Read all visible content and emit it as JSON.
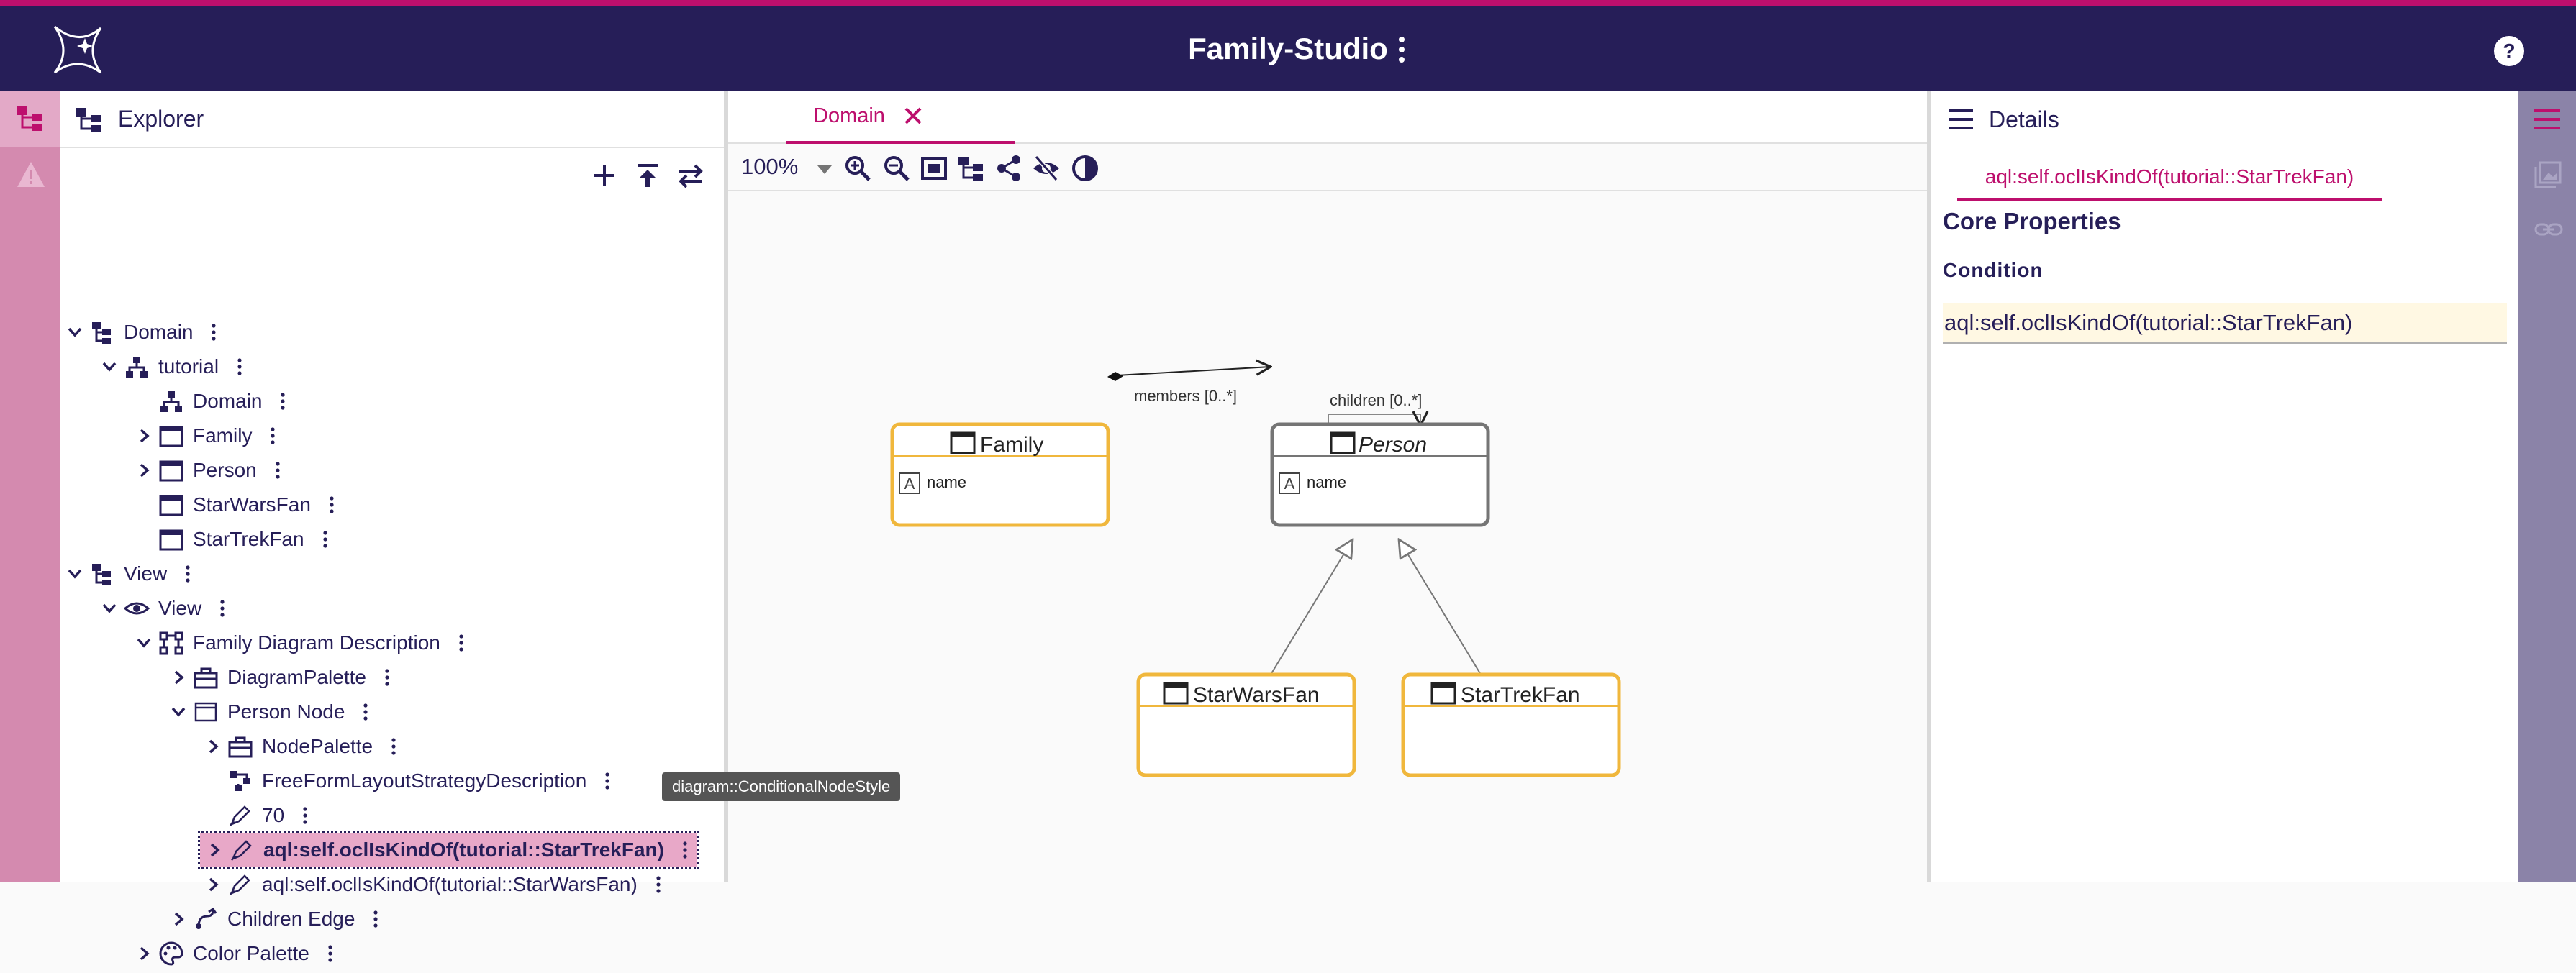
{
  "app": {
    "title": "Family-Studio"
  },
  "explorer": {
    "title": "Explorer",
    "toolbar": {
      "add": "plus-icon",
      "upload": "upload-icon",
      "sync": "swap-icon"
    },
    "tree": [
      {
        "label": "Domain",
        "icon": "domain-tree-icon",
        "expanded": true
      },
      {
        "label": "tutorial",
        "icon": "domain-model-icon",
        "expanded": true
      },
      {
        "label": "Domain",
        "icon": "domain-model-icon"
      },
      {
        "label": "Family",
        "icon": "entity-icon",
        "expanded": false
      },
      {
        "label": "Person",
        "icon": "entity-icon",
        "expanded": false
      },
      {
        "label": "StarWarsFan",
        "icon": "entity-icon"
      },
      {
        "label": "StarTrekFan",
        "icon": "entity-icon"
      },
      {
        "label": "View",
        "icon": "domain-tree-icon",
        "expanded": true
      },
      {
        "label": "View",
        "icon": "eye-icon",
        "expanded": true
      },
      {
        "label": "Family Diagram Description",
        "icon": "diagram-icon",
        "expanded": true
      },
      {
        "label": "DiagramPalette",
        "icon": "toolbox-icon",
        "expanded": false
      },
      {
        "label": "Person Node",
        "icon": "node-icon",
        "expanded": true
      },
      {
        "label": "NodePalette",
        "icon": "toolbox-icon",
        "expanded": false
      },
      {
        "label": "FreeFormLayoutStrategyDescription",
        "icon": "layout-icon"
      },
      {
        "label": "70",
        "icon": "style-icon"
      },
      {
        "label": "aql:self.oclIsKindOf(tutorial::StarTrekFan)",
        "icon": "style-icon",
        "expanded": false,
        "selected": true
      },
      {
        "label": "aql:self.oclIsKindOf(tutorial::StarWarsFan)",
        "icon": "style-icon",
        "expanded": false
      },
      {
        "label": "Children Edge",
        "icon": "edge-icon",
        "expanded": false
      },
      {
        "label": "Color Palette",
        "icon": "palette-icon",
        "expanded": false
      }
    ]
  },
  "editor": {
    "tab": {
      "label": "Domain"
    },
    "zoom": "100%",
    "diagram": {
      "nodes": [
        {
          "title": "Family",
          "attribute": "name",
          "italic": false,
          "border": "#f0b73c"
        },
        {
          "title": "Person",
          "attribute": "name",
          "italic": true,
          "border": "#757575"
        },
        {
          "title": "StarWarsFan",
          "attribute": "",
          "italic": false,
          "border": "#f0b73c"
        },
        {
          "title": "StarTrekFan",
          "attribute": "",
          "italic": false,
          "border": "#f0b73c"
        }
      ],
      "edges": {
        "members": "members [0..*]",
        "children": "children [0..*]"
      }
    }
  },
  "details": {
    "title": "Details",
    "tab": "aql:self.oclIsKindOf(tutorial::StarTrekFan)",
    "section": "Core Properties",
    "field_label": "Condition",
    "field_value": "aql:self.oclIsKindOf(tutorial::StarTrekFan)"
  },
  "tooltip": "diagram::ConditionalNodeStyle",
  "colors": {
    "brand": "#261e58",
    "accent": "#bd0f6d",
    "node_border": "#f0b73c"
  }
}
